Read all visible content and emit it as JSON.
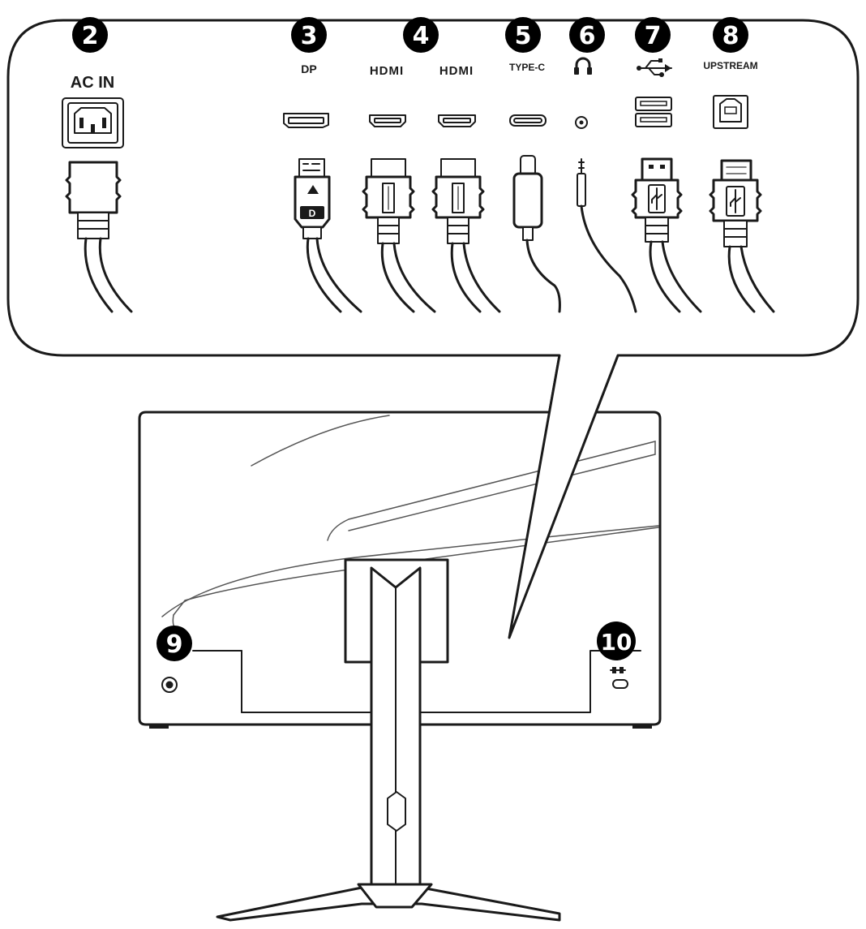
{
  "ports": [
    {
      "number": "2",
      "label": "AC IN",
      "icon": "ac-power-socket-icon"
    },
    {
      "number": "3",
      "label": "DP",
      "icon": "displayport-icon"
    },
    {
      "number": "4",
      "label_a": "HDMI",
      "label_b": "HDMI",
      "icon": "hdmi-icon"
    },
    {
      "number": "5",
      "label": "TYPE-C",
      "icon": "usb-c-icon"
    },
    {
      "number": "6",
      "label": "",
      "icon": "headphone-icon"
    },
    {
      "number": "7",
      "label": "",
      "icon": "usb-icon"
    },
    {
      "number": "8",
      "label": "UPSTREAM",
      "icon": "usb-b-icon"
    }
  ],
  "monitor": {
    "power_button_number": "9",
    "kensington_lock_number": "10"
  },
  "colors": {
    "line": "#1a1a1a",
    "badge": "#000000",
    "background": "#ffffff"
  }
}
